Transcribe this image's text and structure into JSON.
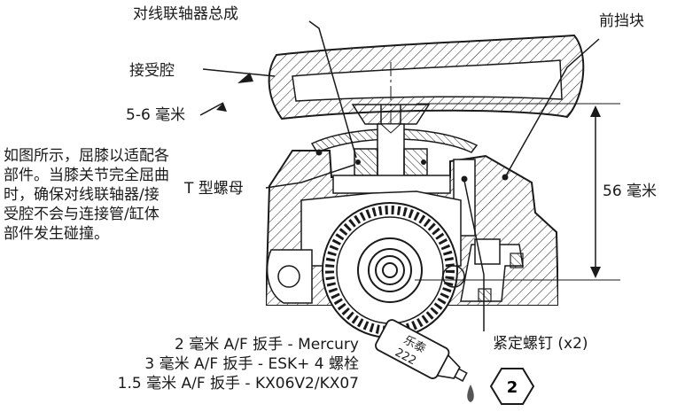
{
  "labels": {
    "coupler_assembly": "对线联轴器总成",
    "receiver": "接受腔",
    "gap": "5-6 毫米",
    "front_stop": "前挡块",
    "t_nut": "T 型螺母",
    "height": "56 毫米",
    "set_screws": "紧定螺钉 (x2)"
  },
  "note": "如图所示，屈膝以适配各部件。当膝关节完全屈曲时，确保对线联轴器/接受腔不会与连接管/缸体部件发生碰撞。",
  "tools": [
    "2 毫米 A/F 扳手 - Mercury",
    "3 毫米 A/F 扳手 - ESK+ 4 螺栓",
    "1.5 毫米 A/F 扳手 - KX06V2/KX07"
  ],
  "loctite": {
    "brand": "乐泰",
    "number": "222"
  },
  "hex_badge": "2",
  "colors": {
    "line": "#1a1a1a",
    "background": "#ffffff",
    "hatch": "#1a1a1a"
  }
}
